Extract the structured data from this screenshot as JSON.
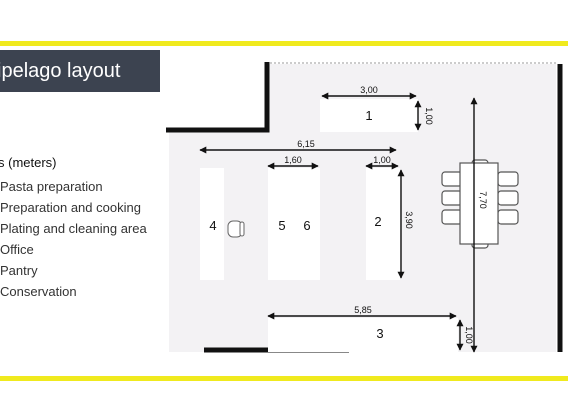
{
  "title": "ipelago layout",
  "legend": {
    "heading": "s (meters)",
    "items": [
      "Pasta preparation",
      "Preparation and cooking",
      "Plating and cleaning area",
      "Office",
      "Pantry",
      "Conservation"
    ]
  },
  "plan": {
    "zone_labels": [
      "1",
      "2",
      "3",
      "4",
      "5",
      "6"
    ],
    "dimensions": {
      "zone1_width": "3,00",
      "zone1_depth": "1,00",
      "room_width": "6,15",
      "zone56_width": "1,60",
      "zone2_width": "1,00",
      "zone2_length": "3,90",
      "table_length": "7,70",
      "zone3_width": "5,85",
      "zone3_depth": "1,00"
    }
  },
  "colors": {
    "accent_yellow": "#f0ea1e",
    "title_bg": "#3c4350",
    "floor": "#f3f2f4",
    "wall": "#111111"
  }
}
